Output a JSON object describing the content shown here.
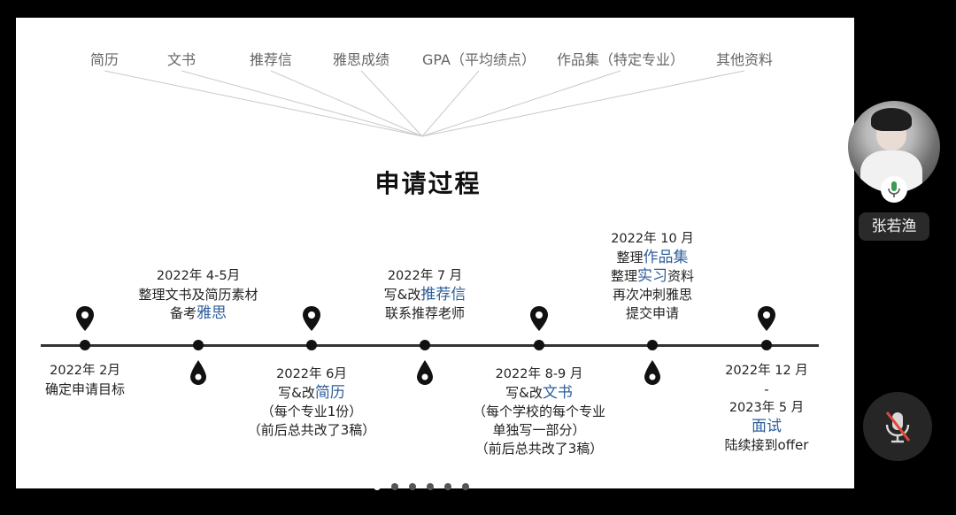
{
  "slide": {
    "requirements": [
      "简历",
      "文书",
      "推荐信",
      "雅思成绩",
      "GPA（平均绩点）",
      "作品集（特定专业）",
      "其他资料"
    ],
    "title": "申请过程",
    "timeline_top": [
      {
        "date": "2022年 4-5月",
        "lines": [
          {
            "t": "整理文书及简历素材"
          },
          {
            "t": "备考",
            "hl": "雅思"
          }
        ]
      },
      {
        "date": "2022年 7 月",
        "lines": [
          {
            "t": "写&改",
            "hl": "推荐信"
          },
          {
            "t": "联系推荐老师"
          }
        ]
      },
      {
        "date": "2022年 10 月",
        "lines": [
          {
            "t": "整理",
            "hl": "作品集"
          },
          {
            "t": "整理",
            "hl": "实习",
            "after": "资料"
          },
          {
            "t": "再次冲刺雅思"
          },
          {
            "t": "提交申请"
          }
        ]
      }
    ],
    "timeline_bottom": [
      {
        "date": "2022年 2月",
        "lines": [
          {
            "t": "确定申请目标"
          }
        ]
      },
      {
        "date": "2022年 6月",
        "lines": [
          {
            "t": "写&改",
            "hl": "简历"
          },
          {
            "t": "（每个专业1份）"
          },
          {
            "t": "（前后总共改了3稿）"
          }
        ]
      },
      {
        "date": "2022年 8-9 月",
        "lines": [
          {
            "t": "写&改",
            "hl": "文书"
          },
          {
            "t": "（每个学校的每个专业"
          },
          {
            "t": "单独写一部分）"
          },
          {
            "t": "（前后总共改了3稿）"
          }
        ]
      },
      {
        "date": "2022年 12 月",
        "lines": [
          {
            "t": "-"
          },
          {
            "t": "2023年 5 月"
          },
          {
            "hl": "面试"
          },
          {
            "t": "陆续接到offer"
          }
        ]
      }
    ],
    "carousel": {
      "count": 6,
      "active_index": 0
    }
  },
  "participant": {
    "name": "张若渔",
    "avatar_text": ""
  },
  "colors": {
    "highlight": "#2f5f9b",
    "axis": "#333333",
    "background": "#000000"
  },
  "icons": {
    "pin": "map-pin-icon",
    "drop": "droplet-icon",
    "mic": "microphone-icon",
    "mic_off": "microphone-muted-icon"
  }
}
